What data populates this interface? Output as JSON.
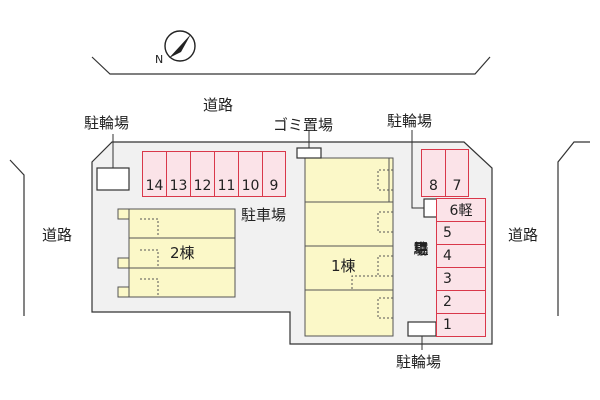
{
  "roads": {
    "top": "道路",
    "left": "道路",
    "right": "道路"
  },
  "bicycle_parking": {
    "left": "駐輪場",
    "center": "駐輪場",
    "bottom": "駐輪場"
  },
  "garbage_area": "ゴミ置場",
  "parking_area": {
    "left_label": "駐車場",
    "right_vertical": [
      "駐",
      "車",
      "場"
    ]
  },
  "buildings": {
    "building_2": "2棟",
    "building_1": "1棟"
  },
  "parking_slots": {
    "top_left": [
      "14",
      "13",
      "12",
      "11",
      "10",
      "9"
    ],
    "top_right": [
      "8",
      "7"
    ],
    "right_column": [
      "6軽",
      "5",
      "4",
      "3",
      "2",
      "1"
    ]
  },
  "colors": {
    "lot": "#f1f1f1",
    "building": "#fbf8c8",
    "parking_fill": "#fbe3e8",
    "parking_border": "#d9384a",
    "outline": "#333333"
  },
  "icons": [
    "north-arrow-icon"
  ]
}
